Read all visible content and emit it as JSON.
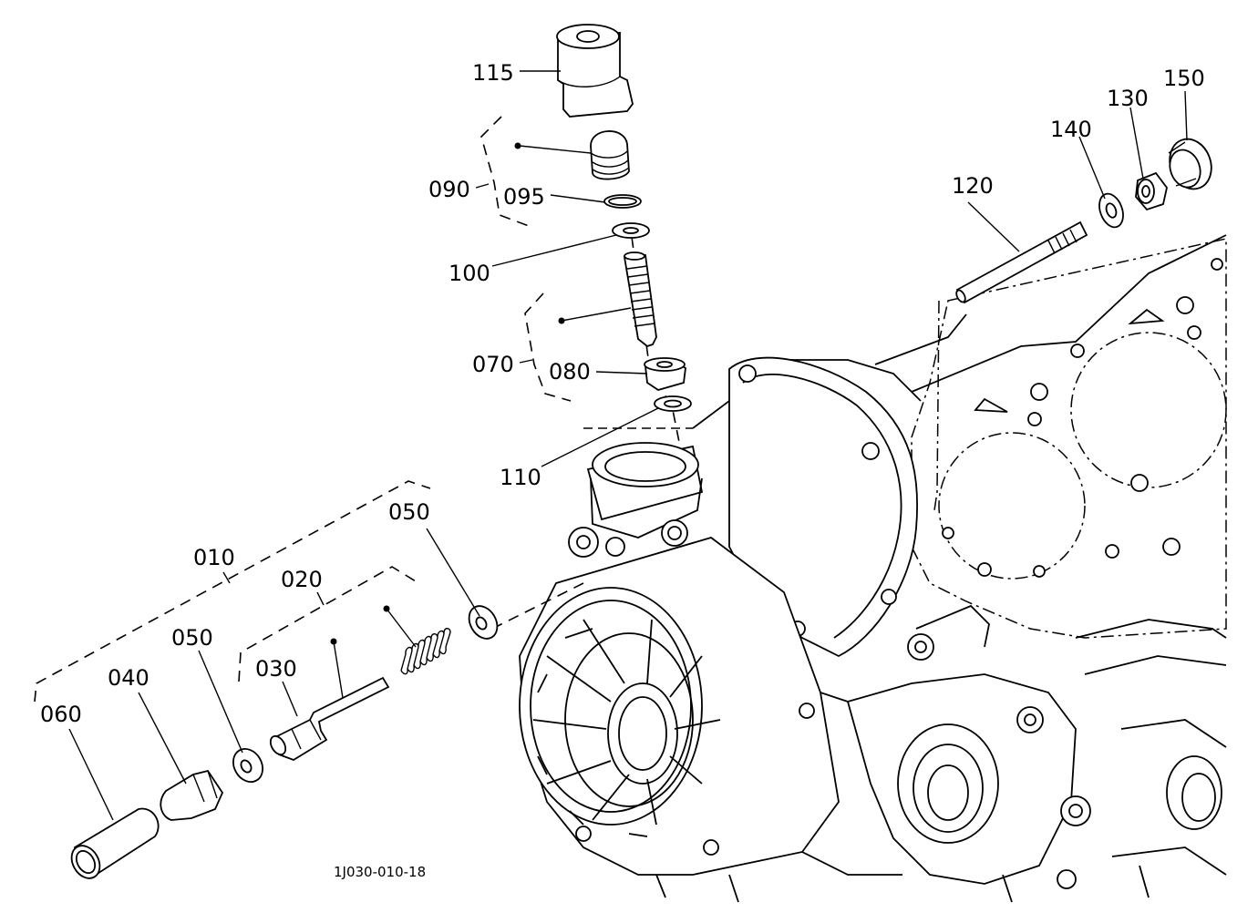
{
  "diagram": {
    "drawing_code": "1J030-010-18",
    "labels": {
      "p010": "010",
      "p020": "020",
      "p030": "030",
      "p040": "040",
      "p050a": "050",
      "p050b": "050",
      "p060": "060",
      "p070": "070",
      "p080": "080",
      "p090": "090",
      "p095": "095",
      "p100": "100",
      "p110": "110",
      "p115": "115",
      "p120": "120",
      "p130": "130",
      "p140": "140",
      "p150": "150"
    }
  }
}
